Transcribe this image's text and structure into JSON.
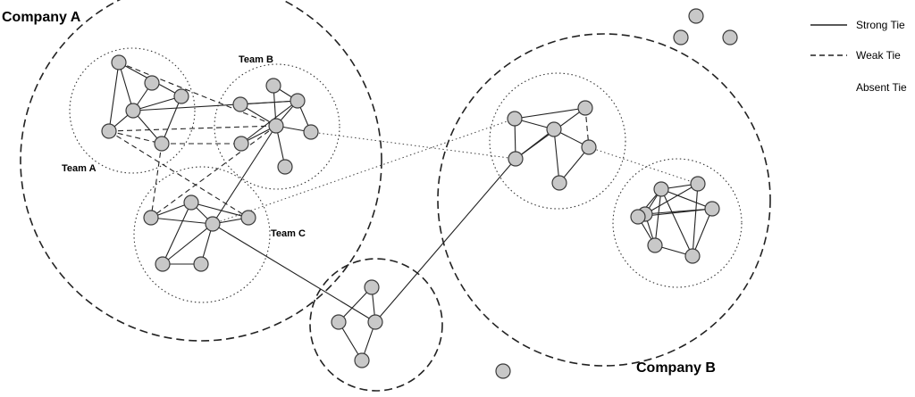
{
  "labels": {
    "company_a": "Company A",
    "company_b": "Company B",
    "team_a": "Team A",
    "team_b": "Team B",
    "team_c": "Team C"
  },
  "legend": {
    "strong": "Strong Tie",
    "weak": "Weak Tie",
    "absent": "Absent Tie"
  },
  "network": {
    "edges_strong": [
      [
        "a1",
        "a3"
      ],
      [
        "a1",
        "a5"
      ],
      [
        "a1",
        "a4"
      ],
      [
        "a2",
        "a3"
      ],
      [
        "a4",
        "a3"
      ],
      [
        "a4",
        "a6"
      ],
      [
        "a3",
        "a5"
      ],
      [
        "a3",
        "a6"
      ],
      [
        "a3",
        "b4"
      ],
      [
        "b1",
        "b3"
      ],
      [
        "b2",
        "b3"
      ],
      [
        "b1",
        "b4"
      ],
      [
        "b2",
        "b4"
      ],
      [
        "b4",
        "b3"
      ],
      [
        "b4",
        "b5"
      ],
      [
        "b4",
        "b6"
      ],
      [
        "b3",
        "b5"
      ],
      [
        "b3",
        "b6"
      ],
      [
        "b3",
        "b7"
      ],
      [
        "b3",
        "c4"
      ],
      [
        "c1",
        "c2"
      ],
      [
        "c1",
        "c3"
      ],
      [
        "c1",
        "c4"
      ],
      [
        "c2",
        "c4"
      ],
      [
        "c3",
        "c4"
      ],
      [
        "c4",
        "c5"
      ],
      [
        "c4",
        "c6"
      ],
      [
        "c1",
        "c5"
      ],
      [
        "c5",
        "c6"
      ],
      [
        "c4",
        "d2"
      ],
      [
        "d1",
        "d2"
      ],
      [
        "d1",
        "d3"
      ],
      [
        "d3",
        "d4"
      ],
      [
        "d2",
        "d4"
      ],
      [
        "d2",
        "e5"
      ],
      [
        "e1",
        "e2"
      ],
      [
        "e1",
        "e3"
      ],
      [
        "e1",
        "e5"
      ],
      [
        "e2",
        "e5"
      ],
      [
        "e3",
        "e4"
      ],
      [
        "e3",
        "e5"
      ],
      [
        "e3",
        "e6"
      ],
      [
        "e4",
        "e6"
      ],
      [
        "f1",
        "f2"
      ],
      [
        "f1",
        "f3"
      ],
      [
        "f1",
        "f4"
      ],
      [
        "f1",
        "f5"
      ],
      [
        "f1",
        "f6"
      ],
      [
        "f1",
        "f7"
      ],
      [
        "f2",
        "f3"
      ],
      [
        "f2",
        "f7"
      ],
      [
        "f3",
        "f4"
      ],
      [
        "f3",
        "f5"
      ],
      [
        "f3",
        "f6"
      ],
      [
        "f4",
        "f5"
      ],
      [
        "f4",
        "f7"
      ],
      [
        "f5",
        "f6"
      ],
      [
        "f6",
        "f7"
      ]
    ],
    "edges_weak": [
      [
        "a1",
        "b3"
      ],
      [
        "a5",
        "a6"
      ],
      [
        "a5",
        "b3"
      ],
      [
        "a6",
        "b5"
      ],
      [
        "a5",
        "c3"
      ],
      [
        "a6",
        "c2"
      ],
      [
        "b3",
        "c2"
      ],
      [
        "e2",
        "e4"
      ]
    ],
    "edges_absent": [
      [
        "b6",
        "e5"
      ],
      [
        "c4",
        "e1"
      ],
      [
        "e4",
        "f2"
      ]
    ]
  }
}
